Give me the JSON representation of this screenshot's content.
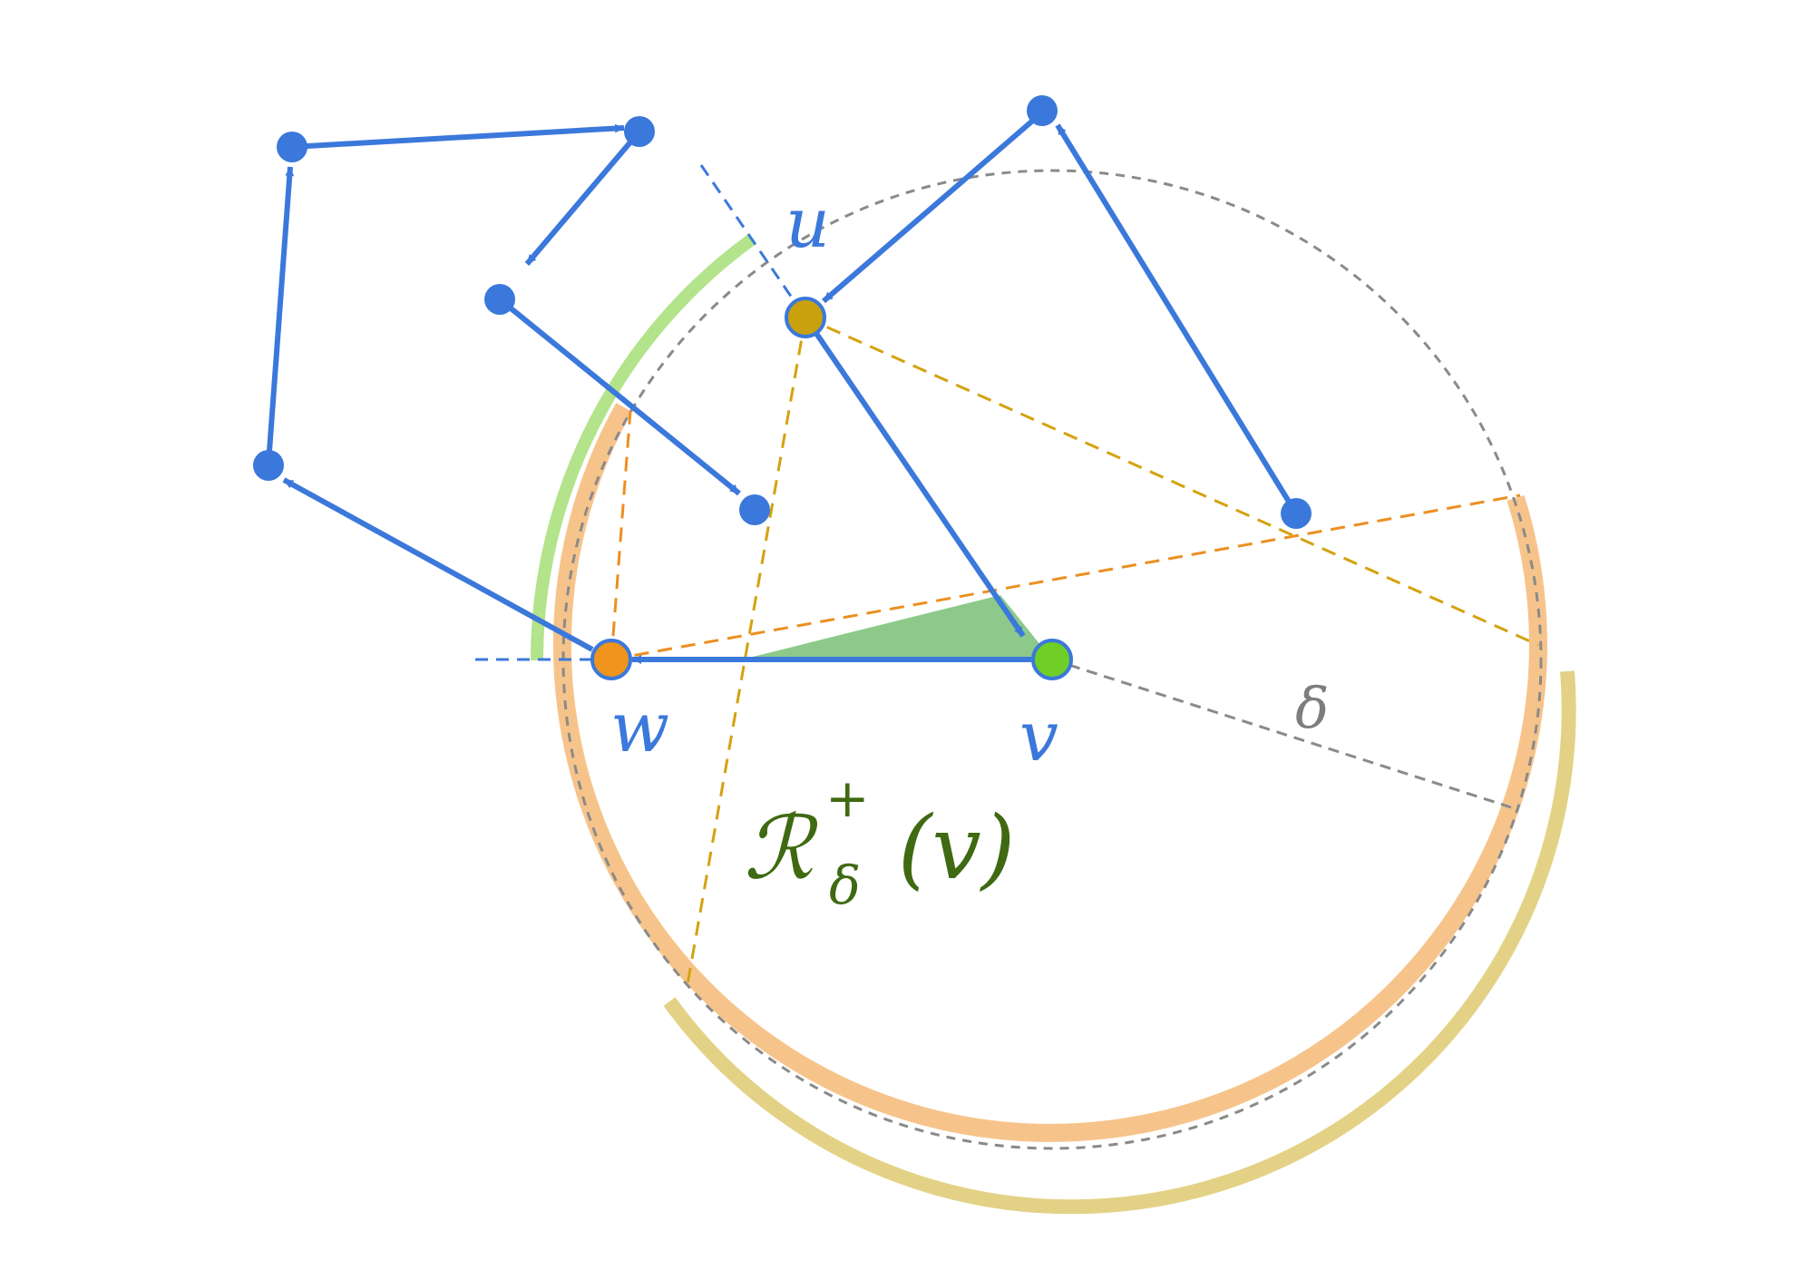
{
  "labels": {
    "u": "u",
    "w": "w",
    "v": "v",
    "delta": "δ",
    "region_main": "ℛ",
    "region_sup": "+",
    "region_sub": "δ",
    "region_arg": "(v)"
  },
  "colors": {
    "edge_blue": "#3b78db",
    "node_v": "#6fcf27",
    "node_w": "#f0941e",
    "node_u": "#c9a10d",
    "orange_band": "#f6c48b",
    "olive_band": "#e3d286",
    "green_band": "#b3e38a",
    "region_fill": "#8cc98a",
    "circle_dash": "#8a8a8a",
    "orange_dash": "#ec8f21",
    "olive_dash": "#d4a20f",
    "label_green": "#3f6a12"
  }
}
